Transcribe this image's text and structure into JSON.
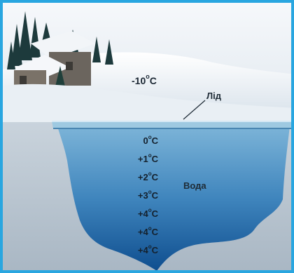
{
  "air": {
    "value": "-10",
    "unit": "C"
  },
  "labels": {
    "ice": "Лід",
    "water": "Вода"
  },
  "water_temperatures": [
    {
      "value": "0",
      "unit": "C"
    },
    {
      "value": "+1",
      "unit": "C"
    },
    {
      "value": "+2",
      "unit": "C"
    },
    {
      "value": "+3",
      "unit": "C"
    },
    {
      "value": "+4",
      "unit": "C"
    },
    {
      "value": "+4",
      "unit": "C"
    },
    {
      "value": "+4",
      "unit": "C"
    }
  ],
  "colors": {
    "frame": "#29a6e0",
    "water_top": "#6fa9cf",
    "water_bottom": "#0f4e8f",
    "ice": "#b9d8ea",
    "sky": "#f3f6f9"
  }
}
